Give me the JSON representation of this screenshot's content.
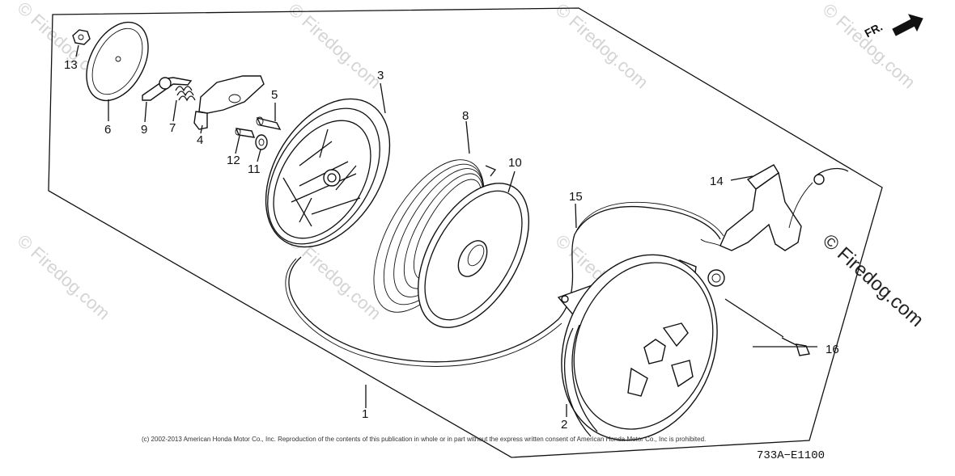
{
  "parts": [
    {
      "num": "1"
    },
    {
      "num": "2"
    },
    {
      "num": "3"
    },
    {
      "num": "4"
    },
    {
      "num": "5"
    },
    {
      "num": "6"
    },
    {
      "num": "7"
    },
    {
      "num": "8"
    },
    {
      "num": "9"
    },
    {
      "num": "10"
    },
    {
      "num": "11"
    },
    {
      "num": "12"
    },
    {
      "num": "13"
    },
    {
      "num": "14"
    },
    {
      "num": "15"
    },
    {
      "num": "16"
    }
  ],
  "direction_label": "FR.",
  "drawing_code": "733A−E1100",
  "copyright": "(c) 2002-2013 American Honda Motor Co., Inc. Reproduction of the contents of this publication in whole or in part without the express written consent of American Honda Motor Co., Inc is prohibited.",
  "watermark": "© Firedog.com"
}
